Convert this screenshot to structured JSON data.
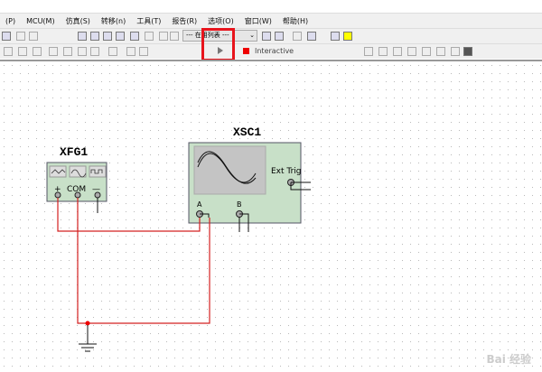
{
  "menu": [
    "(P)",
    "MCU(M)",
    "仿真(S)",
    "转移(n)",
    "工具(T)",
    "报告(R)",
    "选项(O)",
    "窗口(W)",
    "帮助(H)"
  ],
  "toolbar": {
    "in_use_list": "--- 在用列表 ---",
    "interactive_label": "Interactive"
  },
  "components": {
    "function_generator": {
      "ref": "XFG1",
      "terminals": [
        "+",
        "COM",
        "—"
      ]
    },
    "oscilloscope": {
      "ref": "XSC1",
      "ext_trig": "Ext Trig",
      "channel_a": "A",
      "channel_b": "B"
    }
  },
  "colors": {
    "wire": "#d42020",
    "highlight": "#e8141c",
    "instrument_body": "#c8e0c8"
  },
  "watermark": "Bai 经验"
}
